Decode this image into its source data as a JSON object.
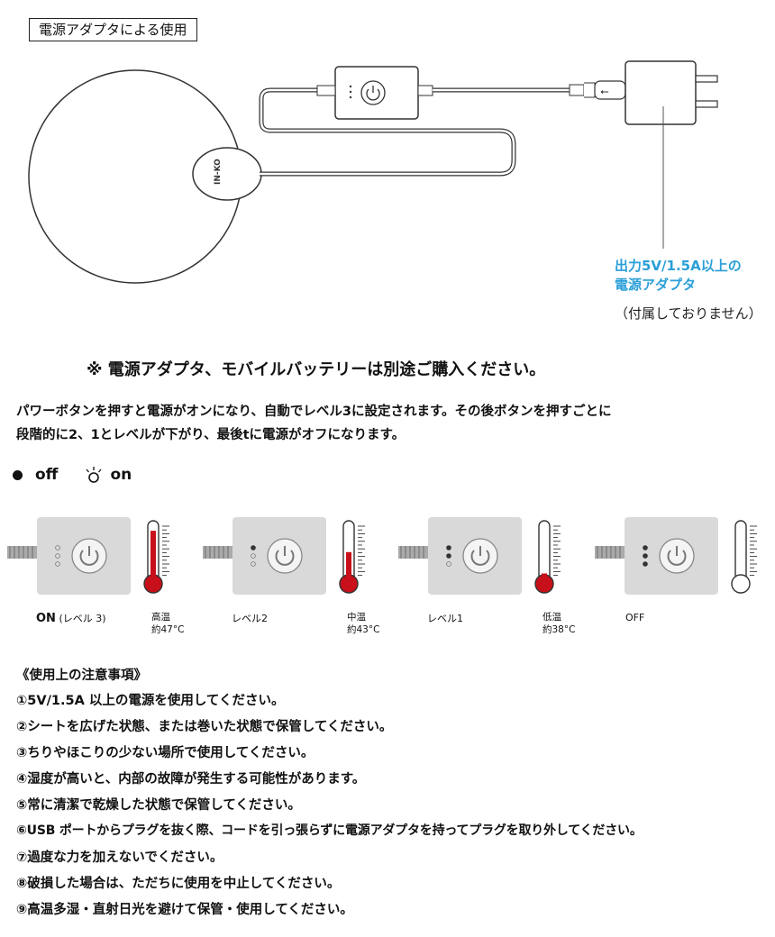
{
  "title": "電源アダプタによる使用",
  "brand_logo": "IN-KO",
  "adapter_note": {
    "line1": "出力5V/1.5A以上の",
    "line2": "電源アダプタ",
    "line3": "（付属しておりません）"
  },
  "notice": "※ 電源アダプタ、モバイルバッテリーは別途ご購入ください。",
  "description": {
    "line1": "パワーボタンを押すと電源がオンになり、自動でレベル3に設定されます。その後ボタンを押すごとに",
    "line2": "段階的に2、1とレベルが下がり、最後tに電源がオフになります。"
  },
  "legend": {
    "off": "off",
    "on": "on"
  },
  "levels": [
    {
      "main": "ON",
      "sub": "(レベル 3)",
      "temp_name": "高温",
      "temp_value": "約47°C",
      "lit_leds": 3,
      "mercury_fraction": 0.92
    },
    {
      "main": "",
      "sub": "レベル2",
      "temp_name": "中温",
      "temp_value": "約43°C",
      "lit_leds": 2,
      "mercury_fraction": 0.55
    },
    {
      "main": "",
      "sub": "レベル1",
      "temp_name": "低温",
      "temp_value": "約38°C",
      "lit_leds": 1,
      "mercury_fraction": 0.18
    },
    {
      "main": "",
      "sub": "OFF",
      "temp_name": "",
      "temp_value": "",
      "lit_leds": 0,
      "mercury_fraction": 0
    }
  ],
  "cautions_title": "《使用上の注意事項》",
  "cautions": [
    "①5V/1.5A 以上の電源を使用してください。",
    "②シートを広げた状態、または巻いた状態で保管してください。",
    "③ちりやほこりの少ない場所で使用してください。",
    "④湿度が高いと、内部の故障が発生する可能性があります。",
    "⑤常に清潔で乾燥した状態で保管してください。",
    "⑥USB ポートからプラグを抜く際、コードを引っ張らずに電源アダプタを持ってプラグを取り外してください。",
    "⑦過度な力を加えないでください。",
    "⑧破損した場合は、ただちに使用を中止してください。",
    "⑨高温多湿・直射日光を避けて保管・使用してください。"
  ],
  "colors": {
    "accent_blue": "#2a9fd8",
    "mercury_red": "#c8101b",
    "device_gray": "#d9d9d9"
  }
}
